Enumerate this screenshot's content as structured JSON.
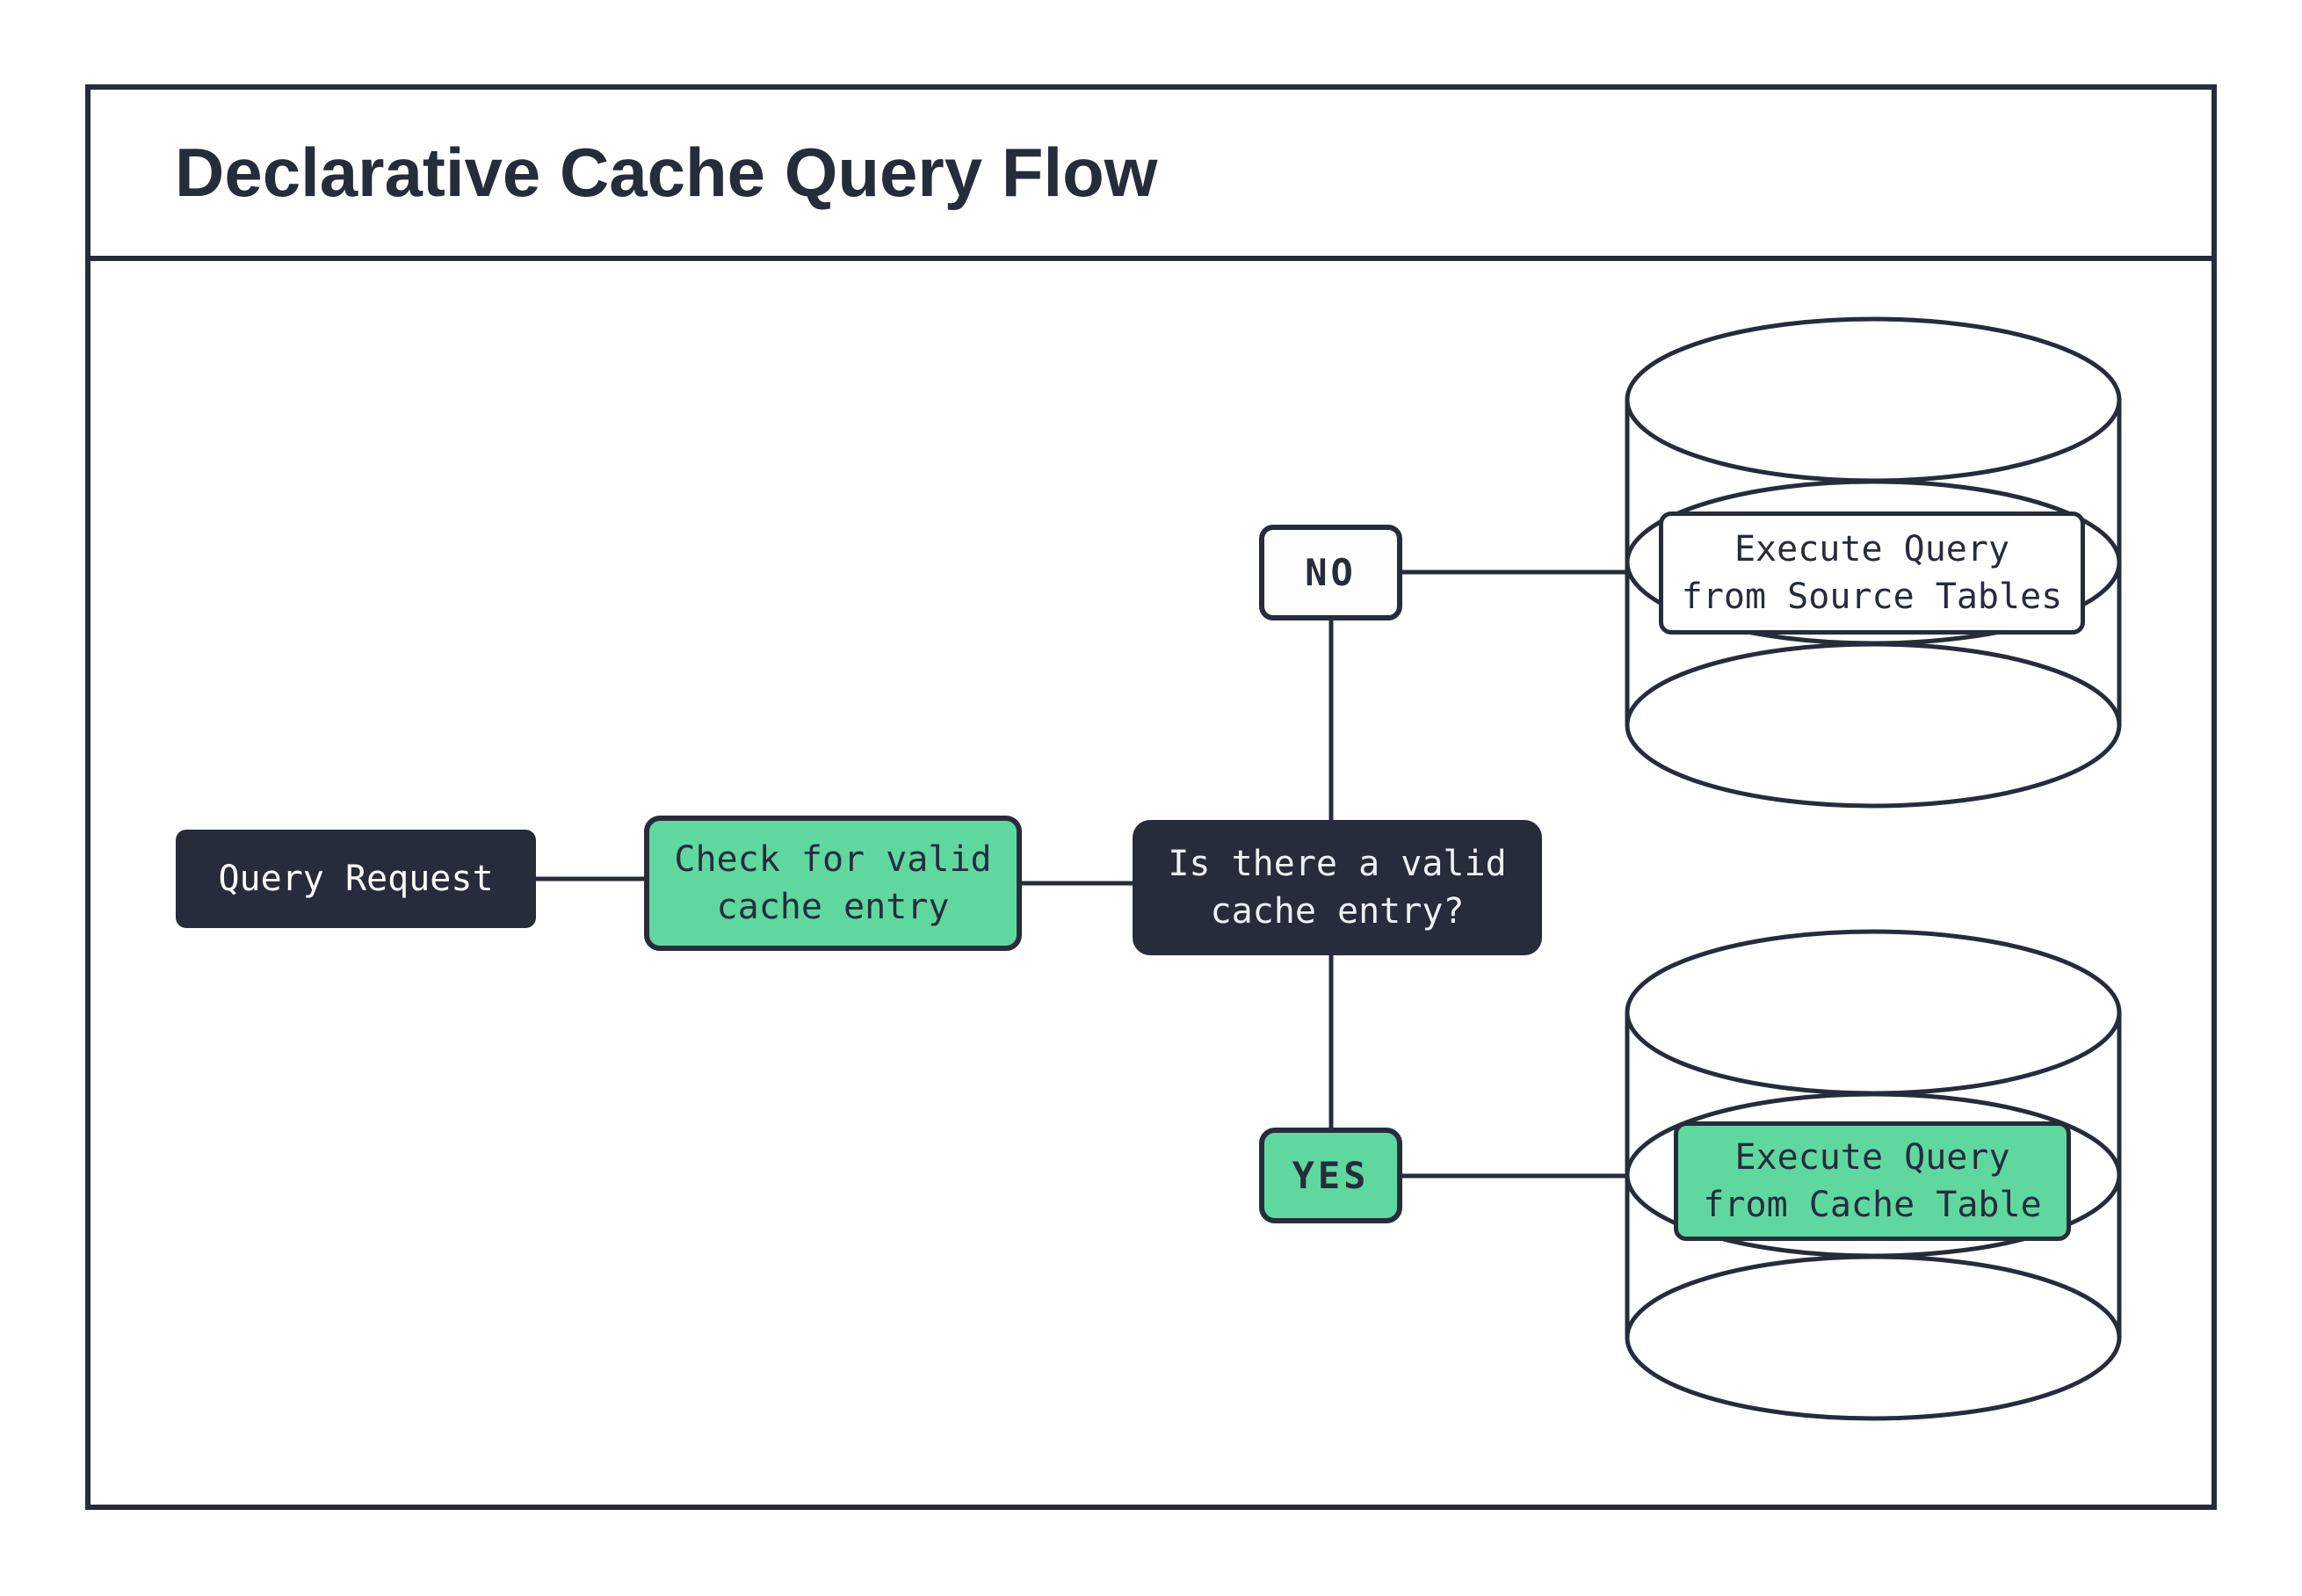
{
  "page": {
    "title": "Declarative Cache Query Flow"
  },
  "palette": {
    "ink": "#272c3b",
    "green": "#5fd8a0",
    "paper": "#ffffff",
    "light_text": "#eef0f3"
  },
  "nodes": {
    "query_request": {
      "label": "Query Request"
    },
    "check_cache": {
      "line1": "Check for valid",
      "line2": "cache entry"
    },
    "decision": {
      "line1": "Is there a valid",
      "line2": "cache entry?"
    },
    "branch_no": {
      "label": "NO"
    },
    "branch_yes": {
      "label": "YES"
    },
    "source_db": {
      "line1": "Execute Query",
      "line2": "from Source Tables"
    },
    "cache_db": {
      "line1": "Execute Query",
      "line2": "from Cache Table"
    }
  }
}
